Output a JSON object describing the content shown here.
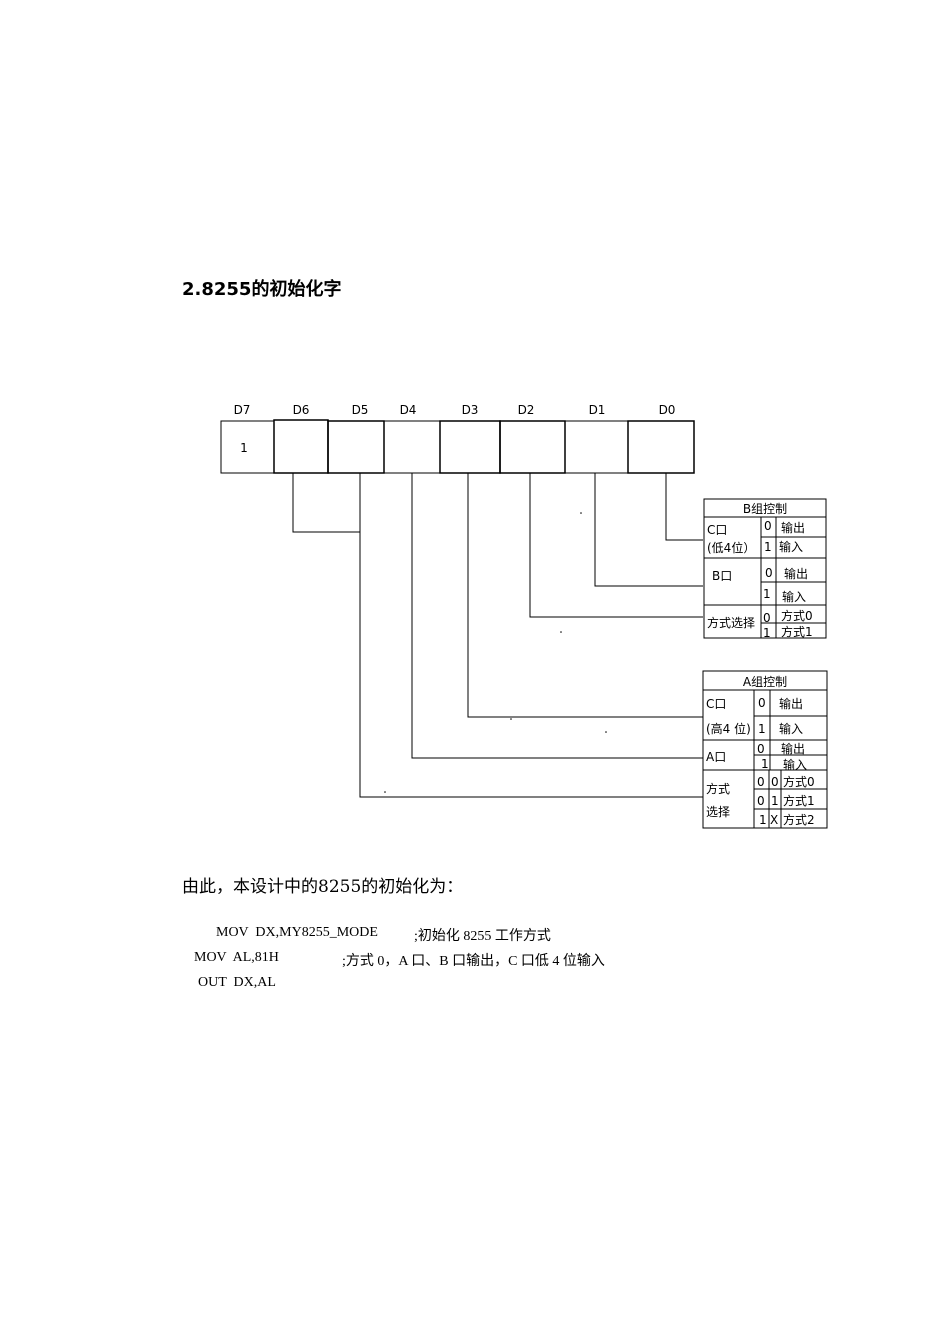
{
  "heading": "2.8255的初始化字",
  "bits": {
    "labels": [
      "D7",
      "D6",
      "D5",
      "D4",
      "D3",
      "D2",
      "D1",
      "D0"
    ],
    "values": [
      "1",
      "",
      "",
      "",
      "",
      "",
      "",
      ""
    ]
  },
  "group_b": {
    "title": "B组控制",
    "c_port": "C口",
    "c_port_sub": "(低4位）",
    "c_opts": [
      "0",
      "输出",
      "1",
      "输入"
    ],
    "b_port": "B口",
    "b_opts": [
      "0",
      "输出",
      "1",
      "输入"
    ],
    "mode": "方式选择",
    "mode_opts": [
      "0",
      "方式0",
      "1",
      "方式1"
    ]
  },
  "group_a": {
    "title": "A组控制",
    "c_port": "C口",
    "c_port_sub": "(高4 位)",
    "c_opts": [
      "0",
      "输出",
      "1",
      "输入"
    ],
    "a_port": "A口",
    "a_opts": [
      "0",
      "输出",
      "1",
      "输入"
    ],
    "mode_line1": "方式",
    "mode_line2": "选择",
    "mode_rows": [
      [
        "0",
        "0",
        "方式0"
      ],
      [
        "0",
        "1",
        "方式1"
      ],
      [
        "1",
        "X",
        "方式2"
      ]
    ]
  },
  "intro": "由此，本设计中的8255的初始化为：",
  "code": {
    "line1_cmd": "MOV  DX,MY8255_MODE",
    "line1_comment": ";初始化 8255 工作方式",
    "line2_cmd": "MOV  AL,81H",
    "line2_comment": ";方式 0，A 口、B 口输出，C 口低 4 位输入",
    "line3_cmd": "OUT  DX,AL"
  }
}
